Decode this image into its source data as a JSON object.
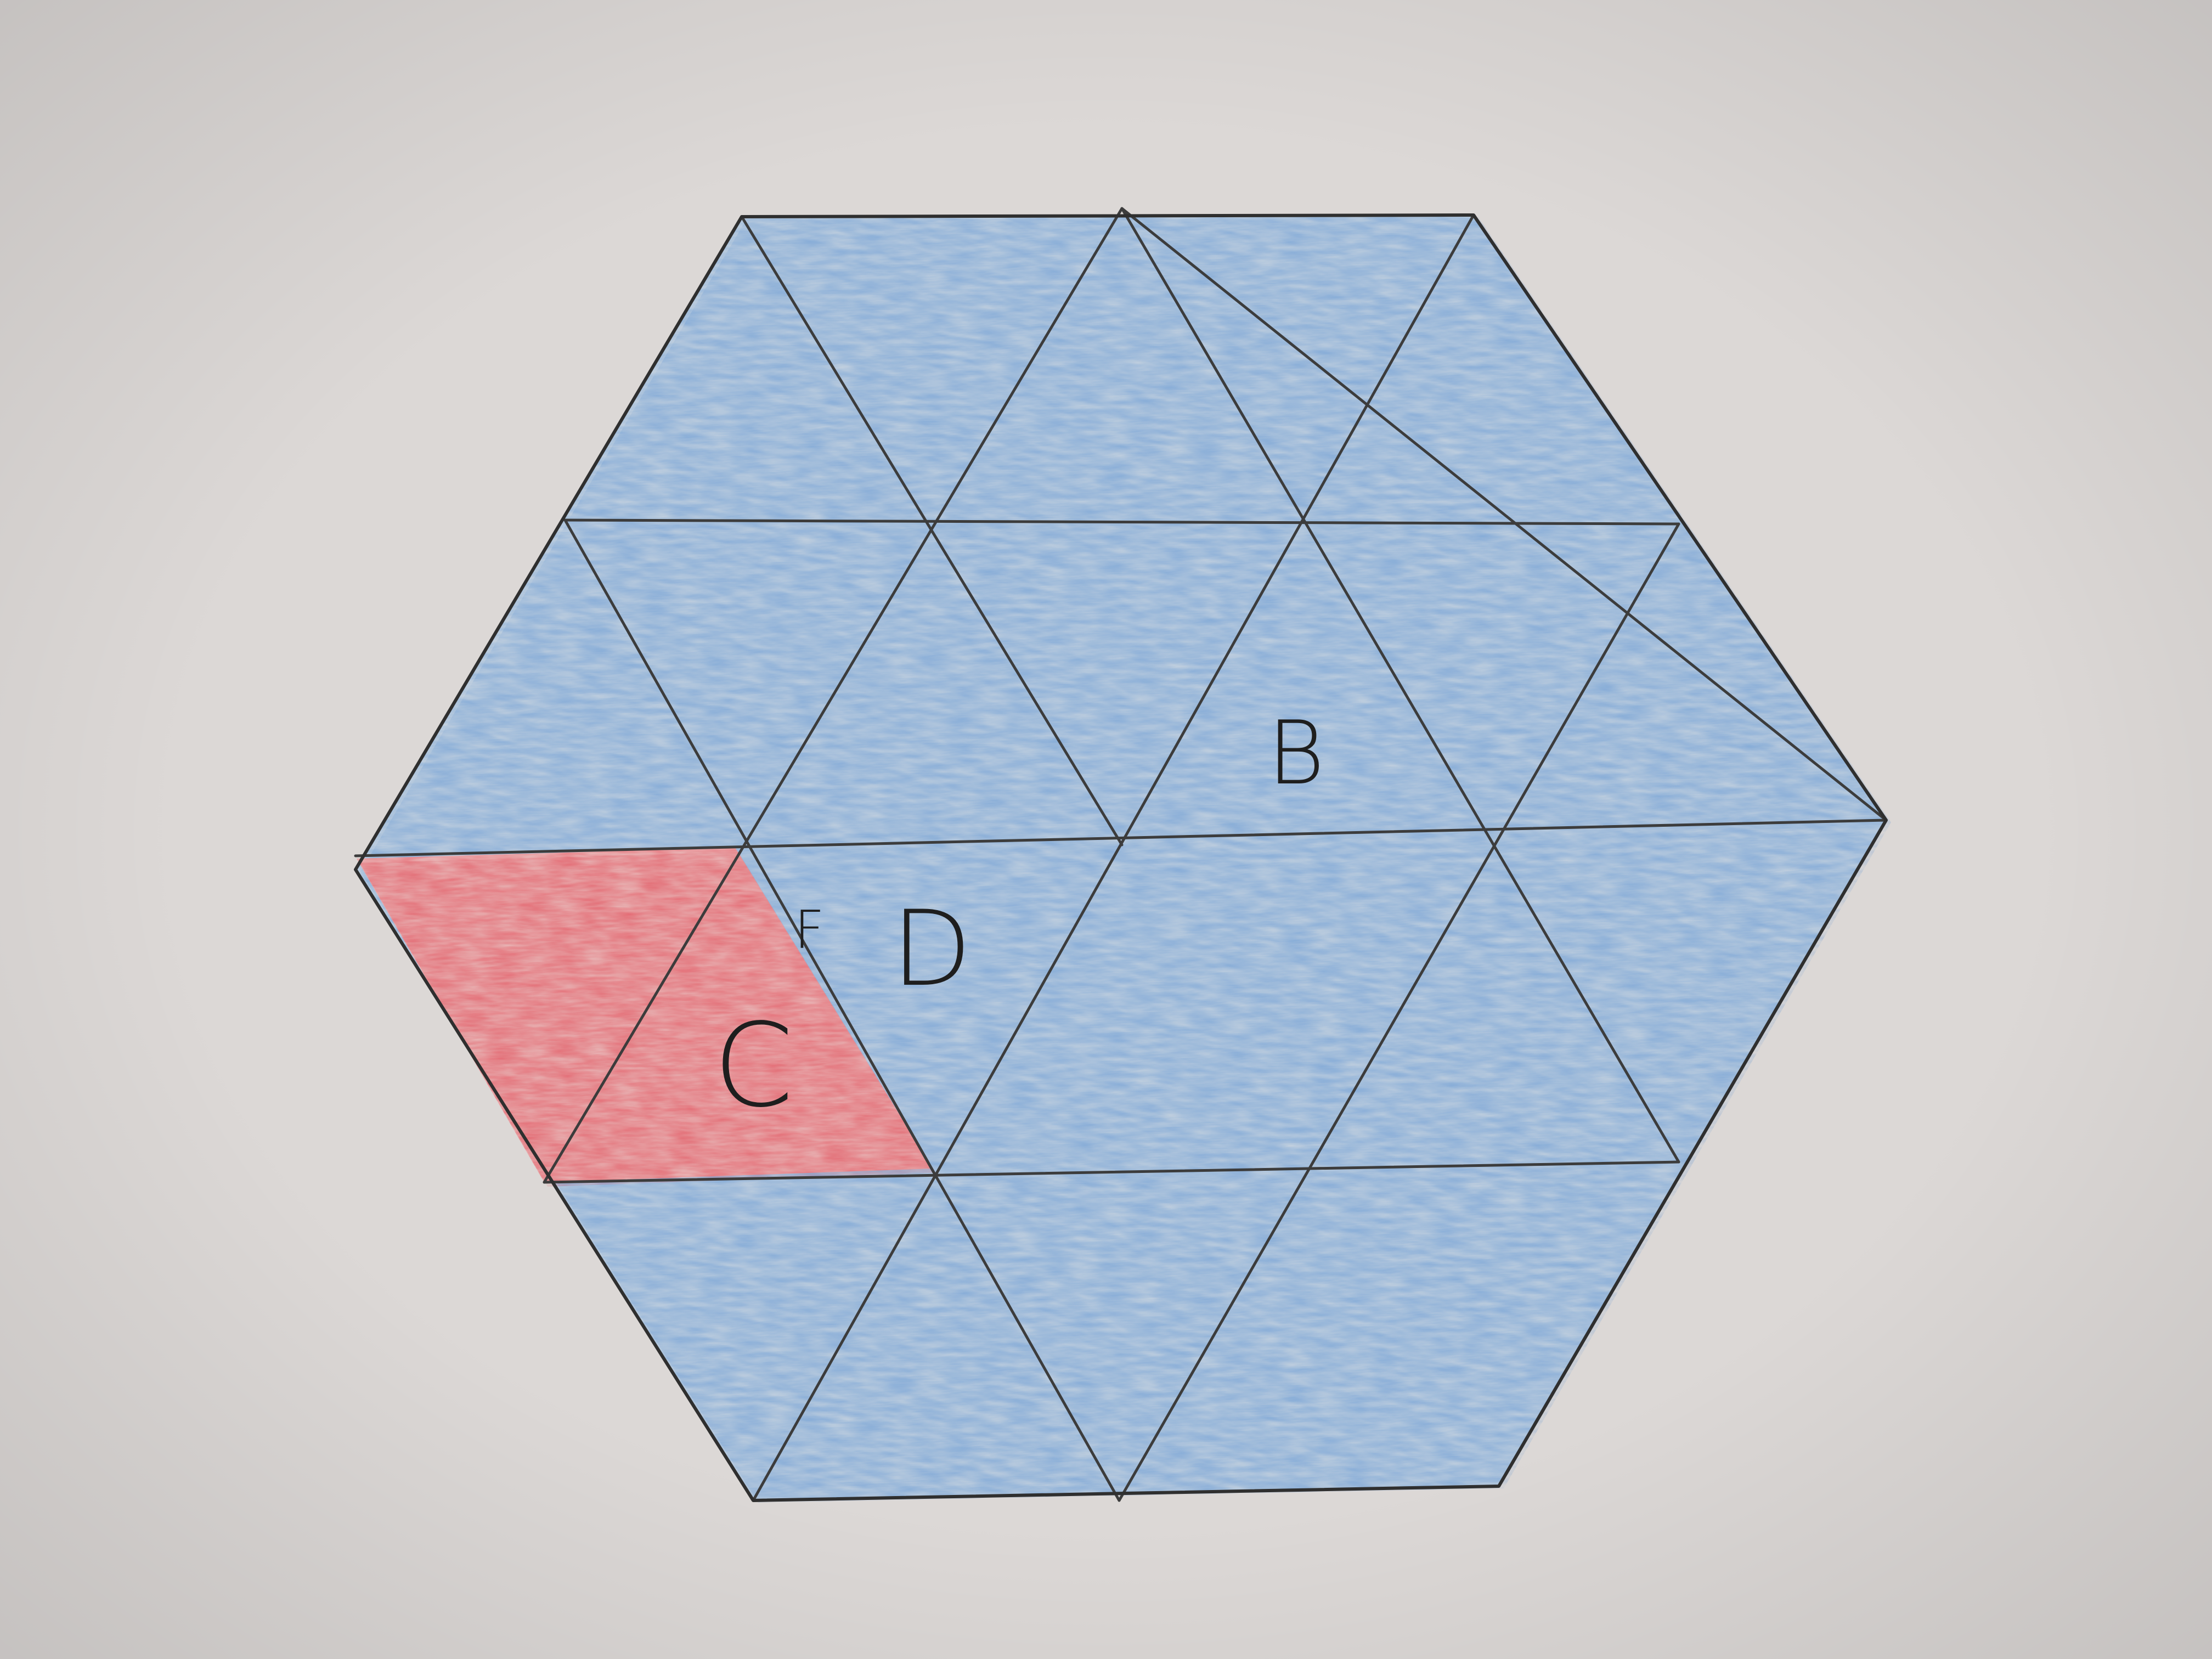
{
  "labels": {
    "b": "B",
    "c": "C",
    "d": "D",
    "f": "F"
  },
  "colors": {
    "paper": "#dcd8d6",
    "blue_fill": "#a9c4e3",
    "red_fill": "#ea8a8f",
    "pencil_line": "#3c3c3c"
  }
}
